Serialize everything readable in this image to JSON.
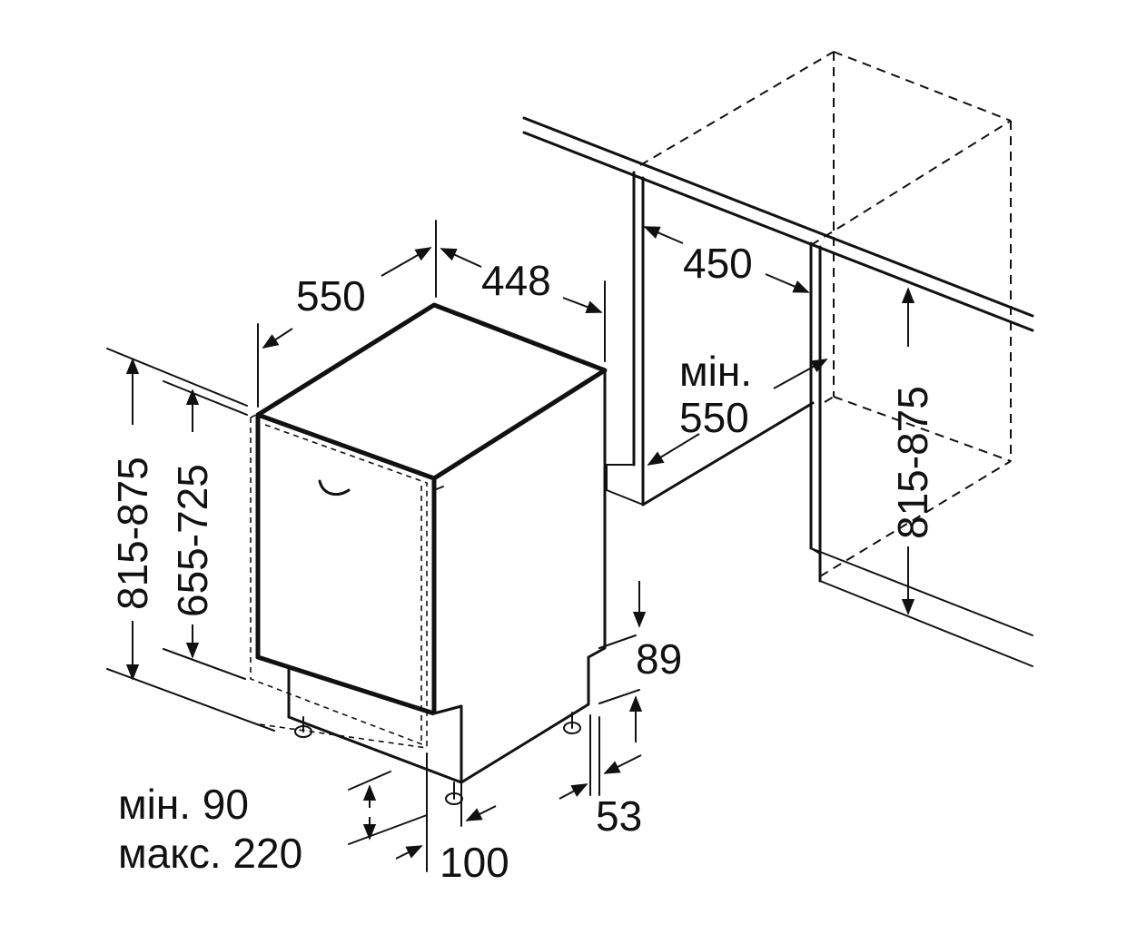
{
  "labels": {
    "depth_550": "550",
    "width_448": "448",
    "niche_width_450": "450",
    "min_word": "мін.",
    "niche_depth_550": "550",
    "niche_height": "815-875",
    "total_height": "815-875",
    "door_height": "655-725",
    "plinth_89": "89",
    "plinth_53": "53",
    "plinth_100": "100",
    "plinth_min": "мін. 90",
    "plinth_max": "макс. 220"
  },
  "colors": {
    "line": "#111111",
    "background": "#ffffff"
  }
}
